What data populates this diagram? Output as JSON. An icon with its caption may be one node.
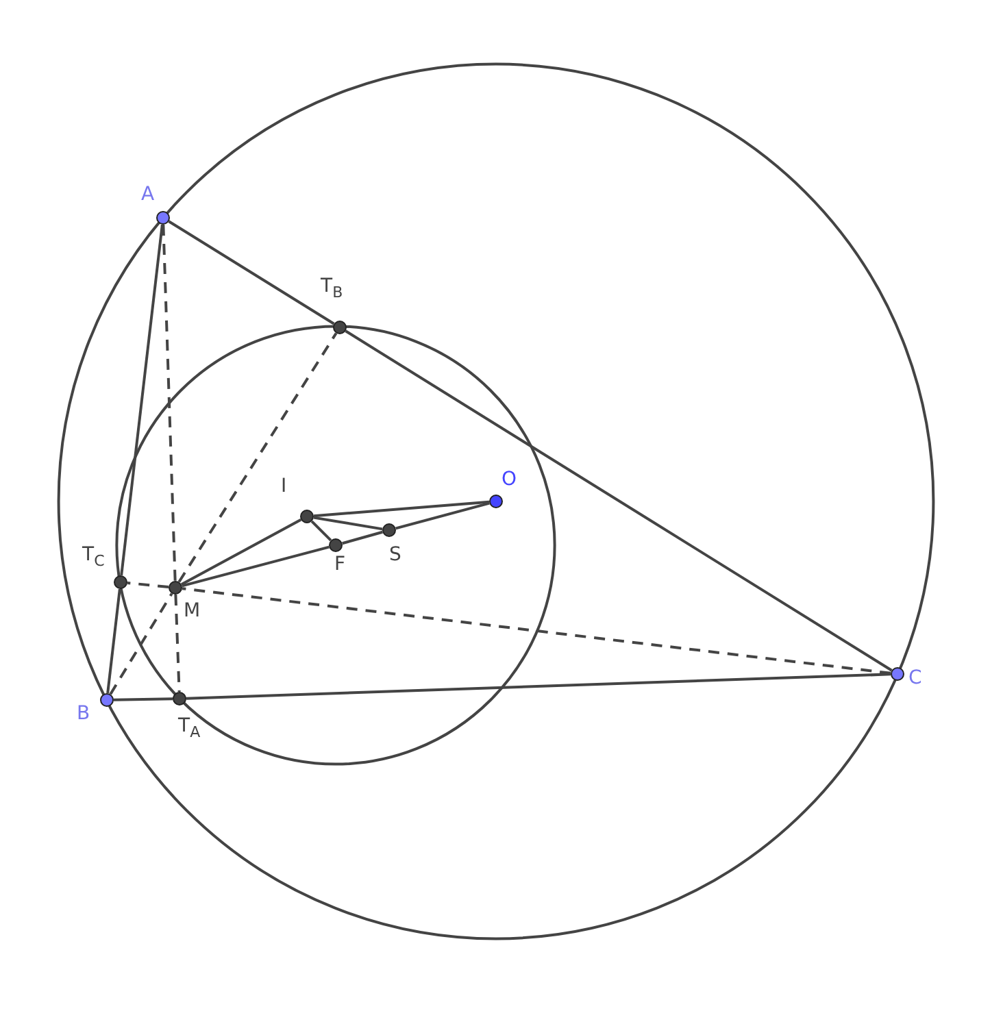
{
  "diagram": {
    "nodes": [
      {
        "text": [],
        "shape": "circle",
        "beside": [
          "A"
        ]
      },
      {
        "text": [],
        "shape": "circle",
        "beside": [
          "B"
        ]
      },
      {
        "text": [],
        "shape": "circle",
        "beside": [
          "C"
        ]
      },
      {
        "text": [],
        "shape": "circle",
        "beside": [
          "T$_{A}$"
        ]
      },
      {
        "text": [],
        "shape": "circle",
        "beside": [
          "T$_{B}$"
        ]
      },
      {
        "text": [],
        "shape": "circle",
        "beside": [
          "T$_{C}$"
        ]
      },
      {
        "text": [],
        "shape": "circle",
        "beside": [
          "M"
        ]
      },
      {
        "text": [],
        "shape": "circle",
        "beside": [
          "I"
        ]
      },
      {
        "text": [],
        "shape": "circle",
        "beside": [
          "F"
        ]
      },
      {
        "text": [],
        "shape": "circle",
        "beside": [
          "S"
        ]
      },
      {
        "text": [],
        "shape": "circle",
        "beside": [
          "O"
        ]
      }
    ],
    "edges": [
      {
        "from": 0,
        "to": 4,
        "arrow": "none"
      },
      {
        "from": 4,
        "to": 2,
        "arrow": "none"
      },
      {
        "from": 0,
        "to": 5,
        "arrow": "none"
      },
      {
        "from": 5,
        "to": 1,
        "arrow": "none"
      },
      {
        "from": 1,
        "to": 3,
        "arrow": "none"
      },
      {
        "from": 3,
        "to": 2,
        "arrow": "none"
      },
      {
        "from": 0,
        "to": 6,
        "arrow": "none",
        "style": "dashed"
      },
      {
        "from": 6,
        "to": 3,
        "arrow": "none",
        "style": "dashed"
      },
      {
        "from": 1,
        "to": 6,
        "arrow": "none",
        "style": "dashed"
      },
      {
        "from": 6,
        "to": 4,
        "arrow": "none",
        "style": "dashed"
      },
      {
        "from": 2,
        "to": 6,
        "arrow": "none",
        "style": "dashed"
      },
      {
        "from": 6,
        "to": 5,
        "arrow": "none",
        "style": "dashed"
      },
      {
        "from": 6,
        "to": 8,
        "arrow": "none"
      },
      {
        "from": 8,
        "to": 9,
        "arrow": "none"
      },
      {
        "from": 9,
        "to": 10,
        "arrow": "none"
      },
      {
        "from": 7,
        "to": 6,
        "arrow": "none"
      },
      {
        "from": 7,
        "to": 8,
        "arrow": "none"
      },
      {
        "from": 7,
        "to": 9,
        "arrow": "none"
      },
      {
        "from": 7,
        "to": 10,
        "arrow": "none"
      }
    ]
  }
}
